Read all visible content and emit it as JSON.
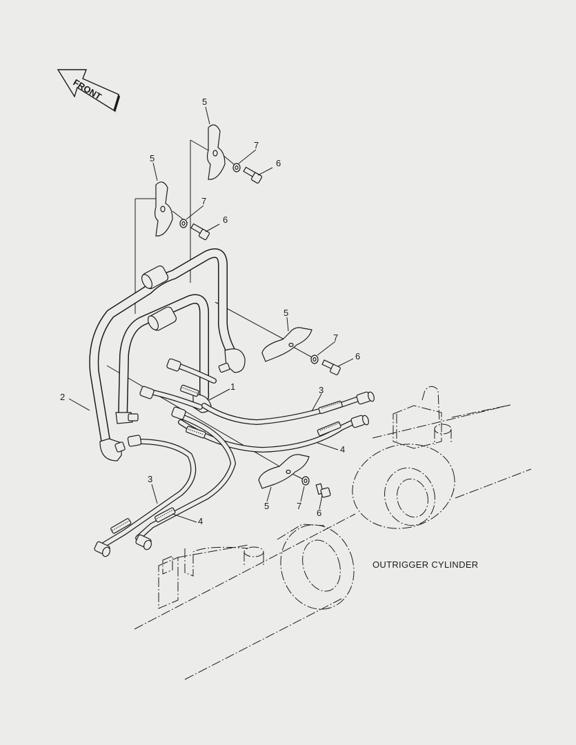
{
  "direction_label": "FRONT",
  "caption": "OUTRIGGER CYLINDER",
  "callouts": {
    "c1": "1",
    "c2": "2",
    "c3a": "3",
    "c3b": "3",
    "c4a": "4",
    "c4b": "4",
    "c5a": "5",
    "c5b": "5",
    "c5c": "5",
    "c5d": "5",
    "c6a": "6",
    "c6b": "6",
    "c6c": "6",
    "c6d": "6",
    "c7a": "7",
    "c7b": "7",
    "c7c": "7",
    "c7d": "7"
  }
}
